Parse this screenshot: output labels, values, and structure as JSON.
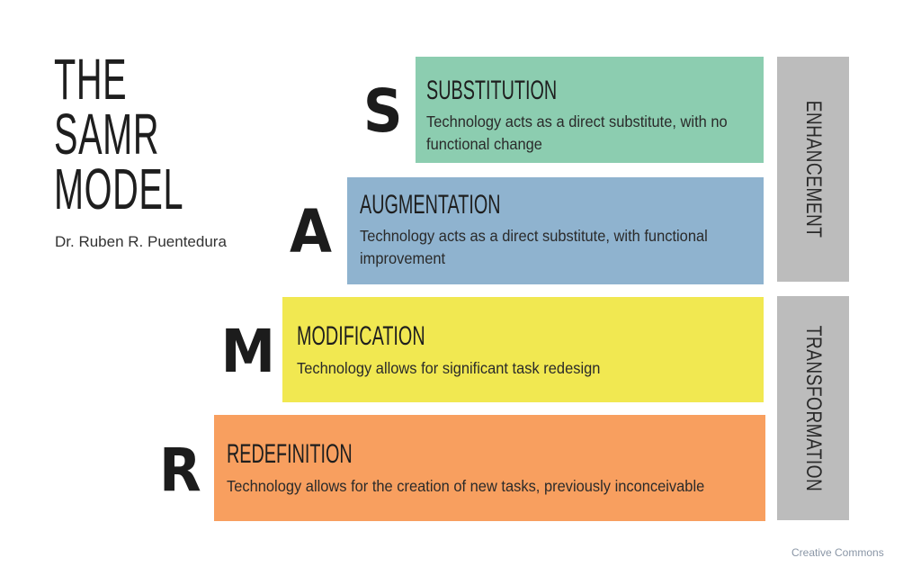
{
  "header": {
    "title_lines": [
      "THE",
      "SAMR",
      "MODEL"
    ],
    "author": "Dr. Ruben R. Puentedura"
  },
  "levels": [
    {
      "letter": "S",
      "title": "SUBSTITUTION",
      "description": "Technology acts as a direct substitute, with no functional change",
      "color": "#8ccdb0"
    },
    {
      "letter": "A",
      "title": "AUGMENTATION",
      "description": "Technology acts as a direct substitute, with functional improvement",
      "color": "#8fb3cf"
    },
    {
      "letter": "M",
      "title": "MODIFICATION",
      "description": "Technology allows for significant task redesign",
      "color": "#f1e851"
    },
    {
      "letter": "R",
      "title": "REDEFINITION",
      "description": "Technology allows for the creation of new tasks, previously inconceivable",
      "color": "#f89f5f"
    }
  ],
  "phases": [
    {
      "label": "ENHANCEMENT",
      "color": "#bcbcbc"
    },
    {
      "label": "TRANSFORMATION",
      "color": "#bcbcbc"
    }
  ],
  "footer": {
    "credit": "Creative Commons"
  }
}
